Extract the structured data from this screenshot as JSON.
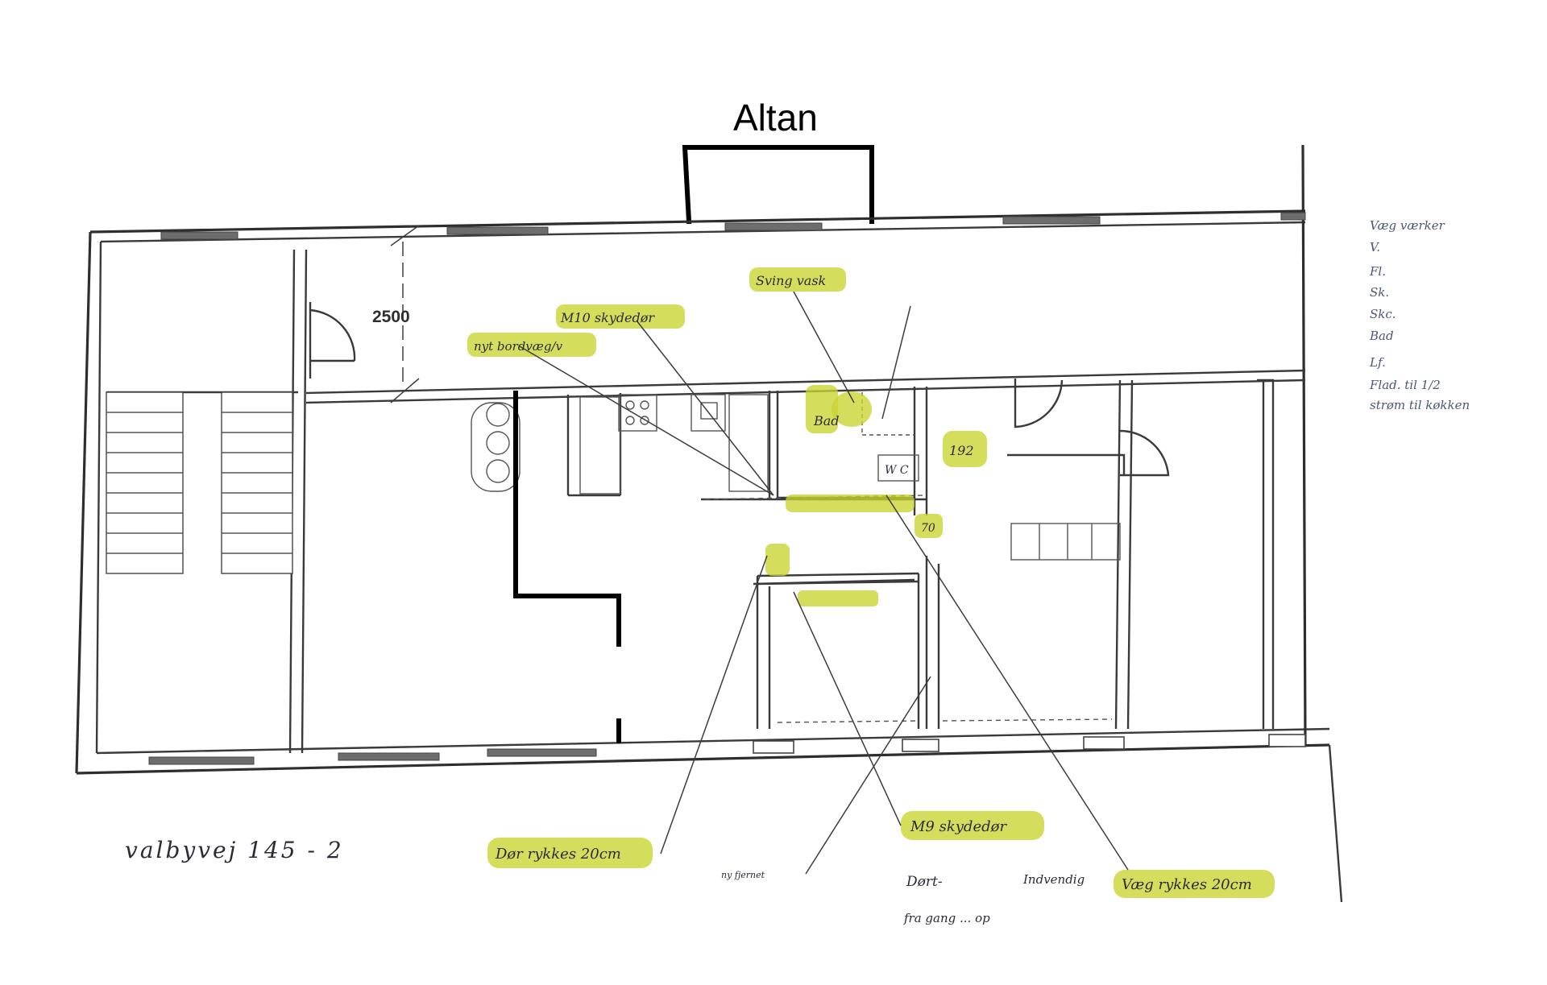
{
  "title": "Altan",
  "dimension": "2500",
  "labels": {
    "sving_vask": "Sving vask",
    "m10_skydedor": "M10 skydedør",
    "nyt_bordvaeg": "nyt bordvæg/v",
    "bad": "Bad",
    "dimension_192": "192",
    "dimension_70": "70",
    "door_moved": "Dør rykkes 20cm",
    "m9_skydedor": "M9 skydedør",
    "wall_moved": "Væg rykkes 20cm",
    "address": "valbyvej 145 - 2",
    "dont": "Dørt-",
    "indvendig": "Indvendig",
    "small_note": "ny fjernet",
    "bottom_note": "fra gang ... op"
  },
  "side_notes": [
    "Væg værker",
    "V.",
    "Fl.",
    "Sk.",
    "Skc.",
    "Bad",
    "Lf.",
    "Flad. til 1/2",
    "strøm til køkken"
  ],
  "colors": {
    "highlight": "#c9d430",
    "wall": "#3a3a3a",
    "markup": "#000000"
  }
}
